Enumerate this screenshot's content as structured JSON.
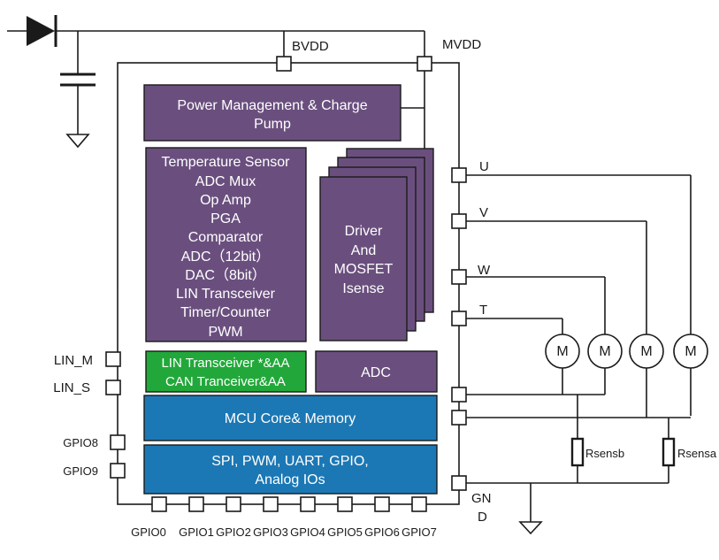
{
  "supply": {
    "bvdd": "BVDD",
    "mvdd": "MVDD"
  },
  "blocks": {
    "power": [
      "Power Management & Charge",
      "Pump"
    ],
    "analog": [
      "Temperature Sensor",
      "ADC Mux",
      "Op Amp",
      "PGA",
      "Comparator",
      "ADC（12bit）",
      "DAC（8bit）",
      "LIN Transceiver",
      "Timer/Counter",
      "PWM"
    ],
    "driver": [
      "Driver",
      "And",
      "MOSFET",
      "Isense"
    ],
    "transceiver": [
      "LIN Transceiver *&AA",
      "CAN Tranceiver&AA"
    ],
    "adc": "ADC",
    "mcu": "MCU Core& Memory",
    "peripherals": [
      "SPI, PWM, UART, GPIO,",
      "Analog IOs"
    ]
  },
  "pins": {
    "left": [
      "LIN_M",
      "LIN_S",
      "GPIO8",
      "GPIO9"
    ],
    "right": [
      "U",
      "V",
      "W",
      "T"
    ],
    "gnd": [
      "GN",
      "D"
    ],
    "bottom": [
      "GPIO0",
      "GPIO1",
      "GPIO2",
      "GPIO3",
      "GPIO4",
      "GPIO5",
      "GPIO6",
      "GPIO7"
    ]
  },
  "motors": [
    "M",
    "M",
    "M",
    "M"
  ],
  "sense": [
    "Rsensb",
    "Rsensa"
  ],
  "colors": {
    "purple": "#6a4f7e",
    "green": "#22a83a",
    "blue": "#1c78b4"
  }
}
